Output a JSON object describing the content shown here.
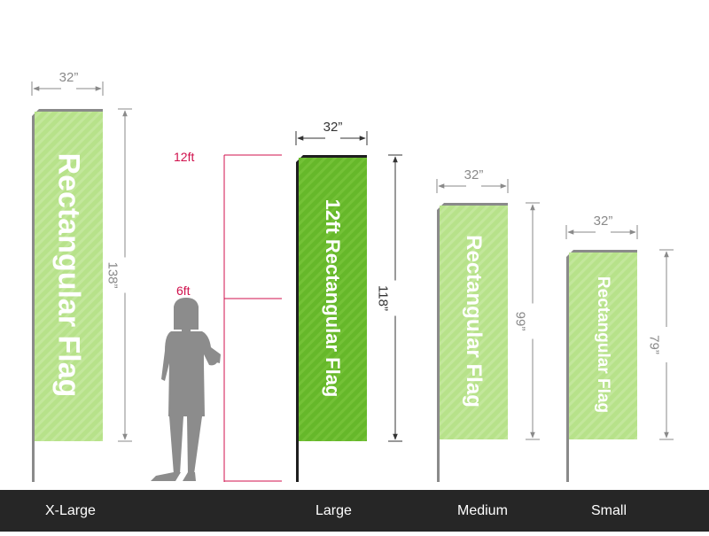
{
  "colors": {
    "flag_light": "#b7e28a",
    "flag_dark": "#66b82a",
    "pole": "#8a8a8a",
    "pole_dark": "#1e1e1e",
    "dimension_line": "#8a8a8a",
    "height_scale": "#d0104c",
    "footer_bg": "#262626",
    "silhouette": "#8c8c8c"
  },
  "scale": {
    "mark_12ft": "12ft",
    "mark_6ft": "6ft"
  },
  "flags": [
    {
      "id": "x-large",
      "size_label": "X-Large",
      "width_label": "32”",
      "height_label": "138”",
      "flag_text": "Rectangular  Flag",
      "highlight": false
    },
    {
      "id": "large",
      "size_label": "Large",
      "width_label": "32”",
      "height_label": "118”",
      "flag_text": "12ft Rectangular  Flag",
      "highlight": true
    },
    {
      "id": "medium",
      "size_label": "Medium",
      "width_label": "32”",
      "height_label": "99”",
      "flag_text": "Rectangular  Flag",
      "highlight": false
    },
    {
      "id": "small",
      "size_label": "Small",
      "width_label": "32”",
      "height_label": "79”",
      "flag_text": "Rectangular Flag",
      "highlight": false
    }
  ]
}
